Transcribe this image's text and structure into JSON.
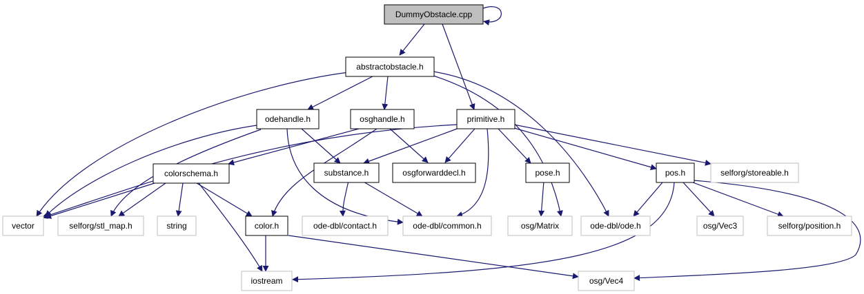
{
  "nodes": [
    {
      "id": "dummy",
      "label": "DummyObstacle.cpp",
      "style": "root"
    },
    {
      "id": "abstractobstacle",
      "label": "abstractobstacle.h",
      "style": "internal"
    },
    {
      "id": "primitive",
      "label": "primitive.h",
      "style": "internal"
    },
    {
      "id": "odehandle",
      "label": "odehandle.h",
      "style": "internal"
    },
    {
      "id": "osghandle",
      "label": "osghandle.h",
      "style": "internal"
    },
    {
      "id": "colorschema",
      "label": "colorschema.h",
      "style": "internal"
    },
    {
      "id": "substance",
      "label": "substance.h",
      "style": "internal"
    },
    {
      "id": "osgforwarddecl",
      "label": "osgforwarddecl.h",
      "style": "internal"
    },
    {
      "id": "pose",
      "label": "pose.h",
      "style": "internal"
    },
    {
      "id": "pos",
      "label": "pos.h",
      "style": "internal"
    },
    {
      "id": "storeable",
      "label": "selforg/storeable.h",
      "style": "external"
    },
    {
      "id": "vector",
      "label": "vector",
      "style": "external"
    },
    {
      "id": "stl_map",
      "label": "selforg/stl_map.h",
      "style": "external"
    },
    {
      "id": "string",
      "label": "string",
      "style": "external"
    },
    {
      "id": "color",
      "label": "color.h",
      "style": "internal"
    },
    {
      "id": "contact",
      "label": "ode-dbl/contact.h",
      "style": "external"
    },
    {
      "id": "common",
      "label": "ode-dbl/common.h",
      "style": "external"
    },
    {
      "id": "matrix",
      "label": "osg/Matrix",
      "style": "external"
    },
    {
      "id": "odeh",
      "label": "ode-dbl/ode.h",
      "style": "external"
    },
    {
      "id": "vec3",
      "label": "osg/Vec3",
      "style": "external"
    },
    {
      "id": "position",
      "label": "selforg/position.h",
      "style": "external"
    },
    {
      "id": "iostream",
      "label": "iostream",
      "style": "external"
    },
    {
      "id": "vec4",
      "label": "osg/Vec4",
      "style": "external"
    }
  ],
  "colors": {
    "root_fill": "#bfbfbf",
    "internal_border": "#000000",
    "external_border": "#bfbfbf",
    "edge": "#191970"
  }
}
